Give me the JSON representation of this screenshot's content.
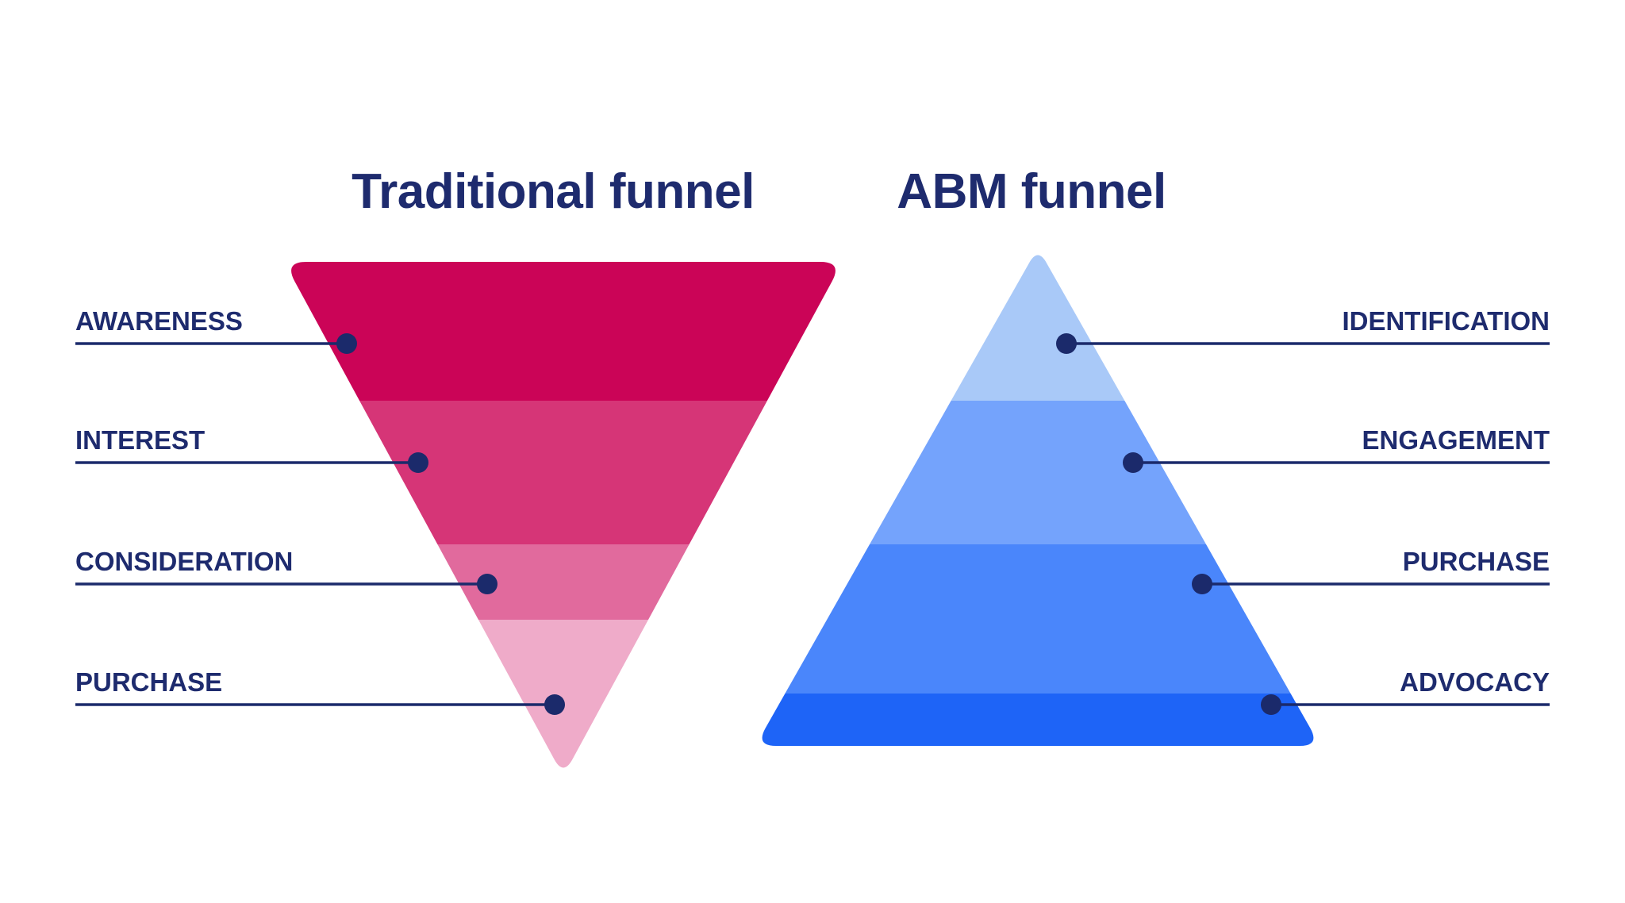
{
  "left": {
    "title": "Traditional funnel",
    "stages": [
      {
        "label": "AWARENESS",
        "color": "#CB0457"
      },
      {
        "label": "INTEREST",
        "color": "#D63577"
      },
      {
        "label": "CONSIDERATION",
        "color": "#E16A9D"
      },
      {
        "label": "PURCHASE",
        "color": "#EFABC9"
      }
    ]
  },
  "right": {
    "title": "ABM funnel",
    "stages": [
      {
        "label": "IDENTIFICATION",
        "color": "#A9C9F8"
      },
      {
        "label": "ENGAGEMENT",
        "color": "#74A3FC"
      },
      {
        "label": "PURCHASE",
        "color": "#4A86FB"
      },
      {
        "label": "ADVOCACY",
        "color": "#1E64F7"
      }
    ]
  },
  "style": {
    "background_color": "#FFFFFF",
    "text_color": "#1E2B6E",
    "connector_color": "#1B2A6B"
  }
}
